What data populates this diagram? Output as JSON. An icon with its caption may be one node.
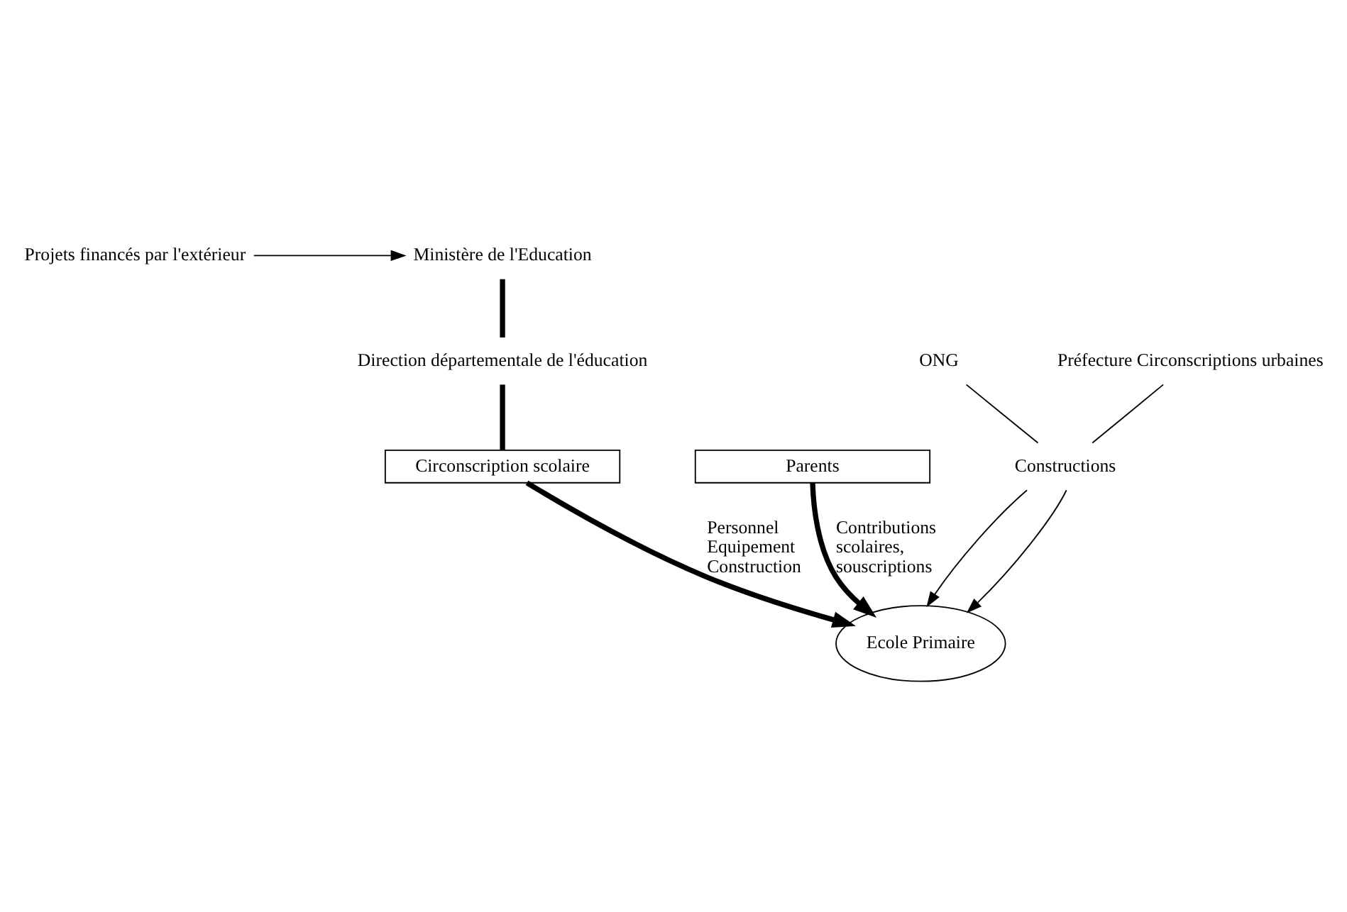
{
  "diagram": {
    "nodes": [
      {
        "text": [
          "Ministère de l'Education"
        ]
      },
      {
        "text": [
          "Projets financés par l'extérieur"
        ]
      },
      {
        "text": [
          "Direction départementale de l'éducation"
        ]
      },
      {
        "text": [
          "Circonscription scolaire"
        ]
      },
      {
        "text": [
          "Parents"
        ]
      },
      {
        "text": [
          "Ecole Primaire"
        ]
      },
      {
        "text": [
          "ONG"
        ]
      },
      {
        "text": [
          "Préfecture Circonscriptions urbaines"
        ]
      },
      {
        "text": [
          "Constructions"
        ]
      }
    ],
    "edges": [
      {
        "from": 1,
        "to": 0,
        "arrow": "to"
      },
      {
        "from": 0,
        "to": 2,
        "arrow": "none",
        "style": "thick"
      },
      {
        "from": 2,
        "to": 3,
        "arrow": "none",
        "style": "thick"
      },
      {
        "from": 3,
        "to": 5,
        "arrow": "to",
        "style": "thick",
        "label": "Personnel Equipement Construction"
      },
      {
        "from": 4,
        "to": 5,
        "arrow": "to",
        "style": "thick",
        "label": "Contributions scolaires, souscriptions"
      },
      {
        "from": 6,
        "to": 8,
        "arrow": "none"
      },
      {
        "from": 7,
        "to": 8,
        "arrow": "none"
      },
      {
        "from": 8,
        "to": 5,
        "arrow": "to"
      },
      {
        "from": 8,
        "to": 5,
        "arrow": "to"
      }
    ]
  }
}
